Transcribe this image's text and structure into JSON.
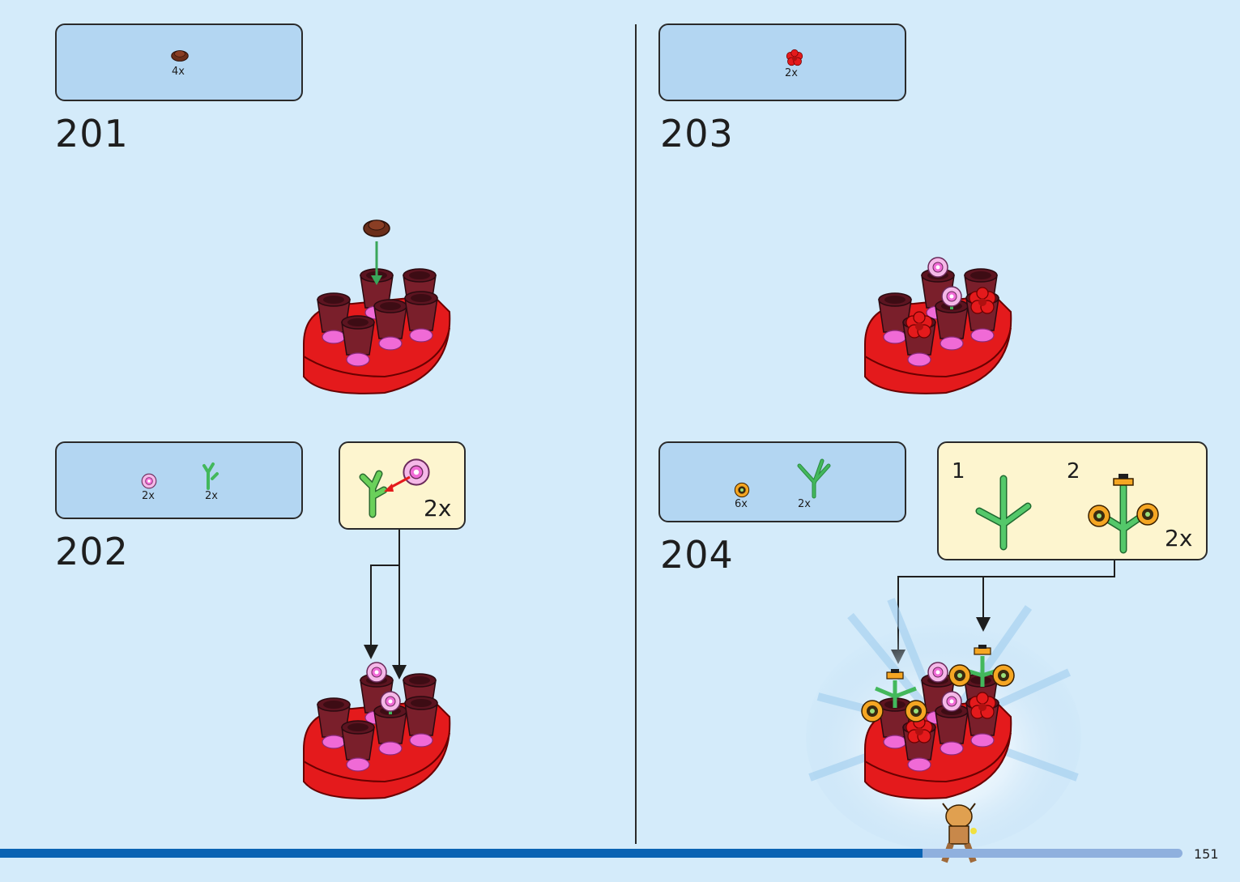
{
  "colors": {
    "background": "#d4ebfa",
    "parts_box": "#b3d6f2",
    "callout": "#fdf5cf",
    "brick_red": "#e41a1c",
    "pot_brown": "#7a1f2b",
    "pink": "#f06ad6",
    "green": "#43b85c",
    "progress": "#0a63b3"
  },
  "steps": [
    {
      "number": "201",
      "parts": [
        {
          "icon": "brown-round-plate-icon",
          "qty": "4x"
        }
      ]
    },
    {
      "number": "202",
      "parts": [
        {
          "icon": "pink-flower-icon",
          "qty": "2x"
        },
        {
          "icon": "green-stem-icon",
          "qty": "2x"
        }
      ],
      "callout": {
        "qty": "2x"
      }
    },
    {
      "number": "203",
      "parts": [
        {
          "icon": "red-flower-icon",
          "qty": "2x"
        }
      ]
    },
    {
      "number": "204",
      "parts": [
        {
          "icon": "orange-flower-icon",
          "qty": "6x"
        },
        {
          "icon": "green-branch-icon",
          "qty": "2x"
        }
      ],
      "callout": {
        "sub1": "1",
        "sub2": "2",
        "qty": "2x"
      }
    }
  ],
  "footer": {
    "page_number": "151",
    "progress": 0.78
  }
}
